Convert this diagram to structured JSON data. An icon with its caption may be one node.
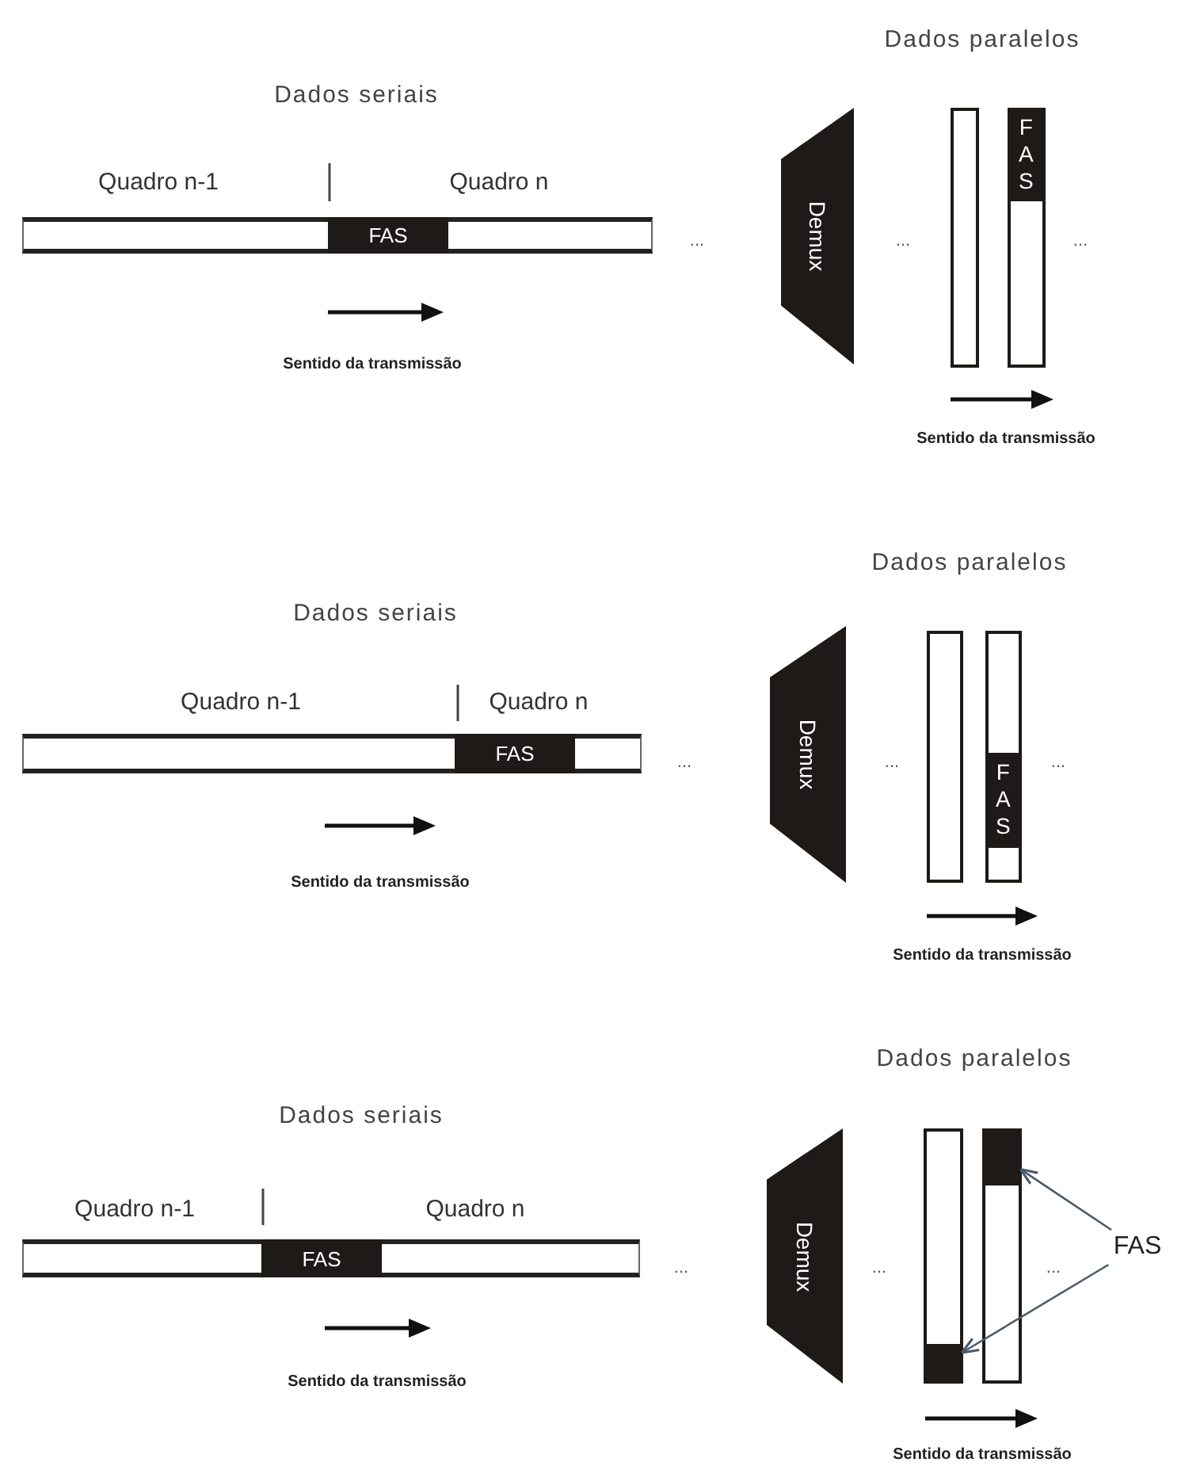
{
  "diagram": {
    "nodes": [
      {
        "text": [
          "Demux"
        ]
      },
      {
        "text": [],
        "shape": "box"
      },
      {
        "text": [],
        "shape": "box"
      },
      {
        "text": [
          "FAS"
        ],
        "in": 2
      },
      {
        "text": [],
        "shape": "box"
      },
      {
        "text": [
          "FAS"
        ],
        "in": 4
      },
      {
        "text": [
          "Demux"
        ]
      },
      {
        "text": [],
        "shape": "box"
      },
      {
        "text": [],
        "shape": "box"
      },
      {
        "text": [
          "FAS"
        ],
        "in": 8
      },
      {
        "text": [],
        "shape": "box"
      },
      {
        "text": [
          "FAS"
        ],
        "in": 10
      },
      {
        "text": [
          "Demux"
        ]
      },
      {
        "text": [],
        "shape": "box"
      },
      {
        "text": [],
        "shape": "box"
      },
      {
        "text": [],
        "shape": "bar",
        "in": 14
      },
      {
        "text": [],
        "shape": "box"
      },
      {
        "text": [
          "FAS"
        ],
        "in": 16
      },
      {
        "text": [
          "FAS"
        ]
      },
      {
        "text": [],
        "shape": "bar",
        "in": 13
      }
    ],
    "edges": [
      {
        "from": 18,
        "to": 15,
        "arrow": "to"
      },
      {
        "from": 18,
        "to": 19,
        "arrow": "to"
      }
    ],
    "labels": [
      "Dados paralelos",
      "Dados seriais",
      "Quadro n-1",
      "Quadro n",
      "...",
      "...",
      "...",
      "Sentido da transmissão",
      "Sentido da transmissão",
      "Dados paralelos",
      "Dados seriais",
      "Quadro n-1",
      "Quadro n",
      "...",
      "...",
      "...",
      "Sentido da transmissão",
      "Sentido da transmissão",
      "Dados paralelos",
      "Dados seriais",
      "Quadro n-1",
      "Quadro n",
      "...",
      "...",
      "...",
      "Sentido da transmissão",
      "Sentido da transmissão"
    ]
  }
}
